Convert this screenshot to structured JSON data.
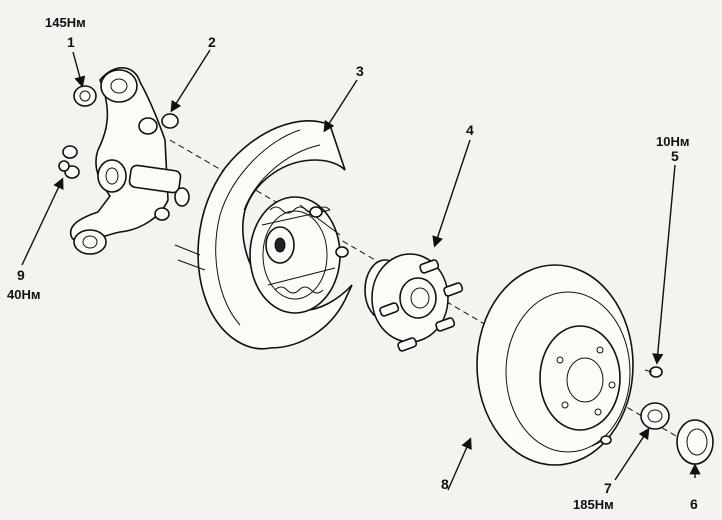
{
  "diagram": {
    "callouts": [
      {
        "id": "1",
        "number": "1",
        "torque": "145Нм"
      },
      {
        "id": "2",
        "number": "2",
        "torque": ""
      },
      {
        "id": "3",
        "number": "3",
        "torque": ""
      },
      {
        "id": "4",
        "number": "4",
        "torque": ""
      },
      {
        "id": "5",
        "number": "5",
        "torque": "10Нм"
      },
      {
        "id": "6",
        "number": "6",
        "torque": ""
      },
      {
        "id": "7",
        "number": "7",
        "torque": "185Нм"
      },
      {
        "id": "8",
        "number": "8",
        "torque": ""
      },
      {
        "id": "9",
        "number": "9",
        "torque": "40Нм"
      }
    ],
    "parts_icons": [
      "nut-icon",
      "knuckle-icon",
      "brake-backing-plate-icon",
      "hub-bearing-icon",
      "screw-icon",
      "cap-icon",
      "spindle-nut-icon",
      "brake-disc-icon",
      "bolt-icon"
    ]
  }
}
